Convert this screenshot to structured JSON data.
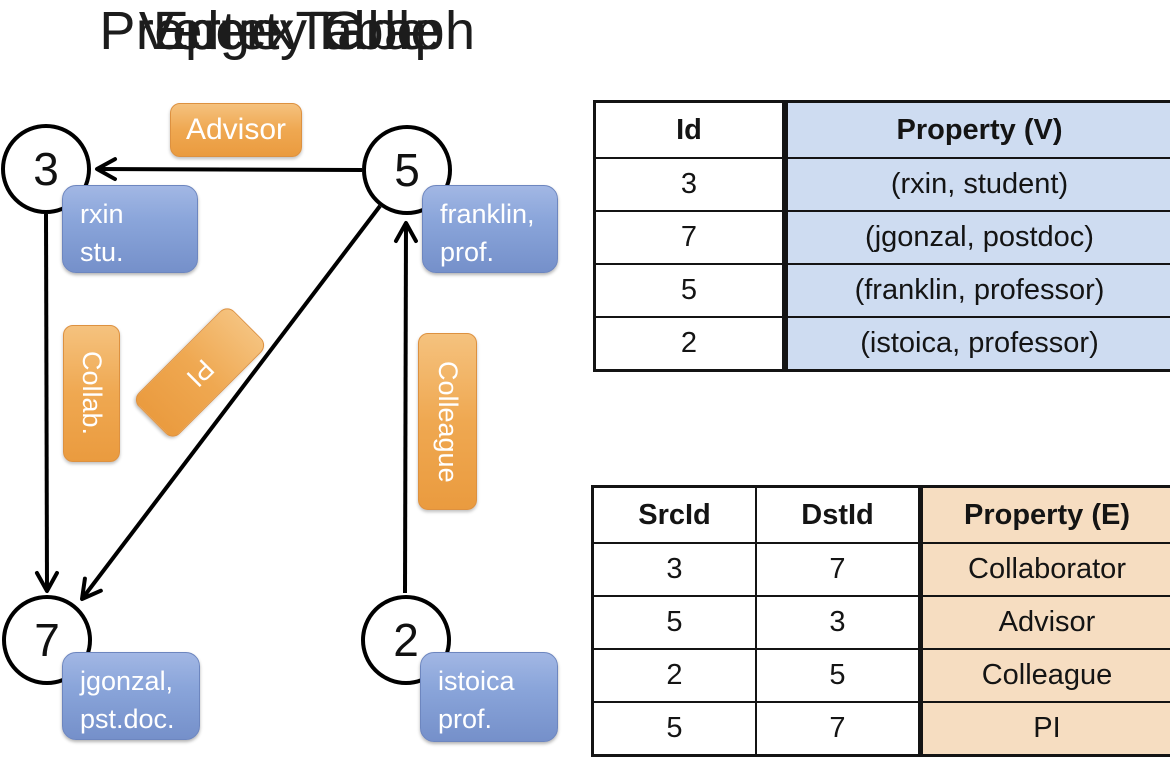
{
  "titles": {
    "graph": "Property Graph",
    "vertex_table": "Vertex Table",
    "edge_table": "Edge Table"
  },
  "graph": {
    "nodes": [
      {
        "id": "3",
        "property_line1": "rxin",
        "property_line2": "stu."
      },
      {
        "id": "5",
        "property_line1": "franklin,",
        "property_line2": "prof."
      },
      {
        "id": "7",
        "property_line1": "jgonzal,",
        "property_line2": "pst.doc."
      },
      {
        "id": "2",
        "property_line1": "istoica",
        "property_line2": "prof."
      }
    ],
    "edge_labels": {
      "advisor": "Advisor",
      "collab": "Collab.",
      "pi": "PI",
      "colleague": "Colleague"
    },
    "colors": {
      "edge_label_fill": "#EFA851",
      "vertex_property_fill": "#8AA5DA",
      "node_fill": "#FFFFFF",
      "edge_line": "#000000"
    }
  },
  "vertex_table": {
    "headers": {
      "id": "Id",
      "property": "Property (V)"
    },
    "rows": [
      {
        "id": "3",
        "property": "(rxin, student)"
      },
      {
        "id": "7",
        "property": "(jgonzal, postdoc)"
      },
      {
        "id": "5",
        "property": "(franklin, professor)"
      },
      {
        "id": "2",
        "property": "(istoica, professor)"
      }
    ],
    "property_fill": "#CEDCF1"
  },
  "edge_table": {
    "headers": {
      "src": "SrcId",
      "dst": "DstId",
      "property": "Property (E)"
    },
    "rows": [
      {
        "src": "3",
        "dst": "7",
        "property": "Collaborator"
      },
      {
        "src": "5",
        "dst": "3",
        "property": "Advisor"
      },
      {
        "src": "2",
        "dst": "5",
        "property": "Colleague"
      },
      {
        "src": "5",
        "dst": "7",
        "property": "PI"
      }
    ],
    "property_fill": "#F6DDC1"
  }
}
